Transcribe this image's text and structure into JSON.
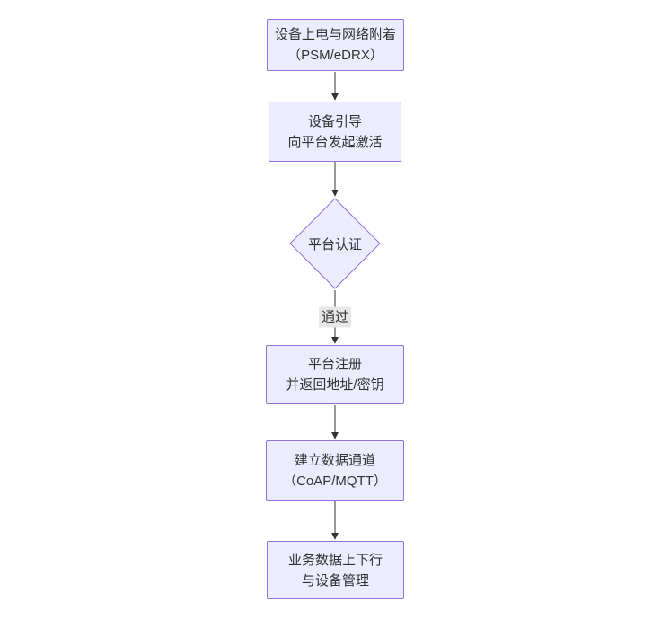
{
  "diagram": {
    "type": "flowchart",
    "direction": "top-down",
    "nodes": [
      {
        "id": "A",
        "shape": "rect",
        "line1": "设备上电与网络附着",
        "line2": "（PSM/eDRX）"
      },
      {
        "id": "B",
        "shape": "rect",
        "line1": "设备引导",
        "line2": "向平台发起激活"
      },
      {
        "id": "C",
        "shape": "diamond",
        "line1": "平台认证",
        "line2": ""
      },
      {
        "id": "D",
        "shape": "rect",
        "line1": "平台注册",
        "line2": "并返回地址/密钥"
      },
      {
        "id": "E",
        "shape": "rect",
        "line1": "建立数据通道",
        "line2": "（CoAP/MQTT）"
      },
      {
        "id": "F",
        "shape": "rect",
        "line1": "业务数据上下行",
        "line2": "与设备管理"
      }
    ],
    "edges": [
      {
        "from": "A",
        "to": "B",
        "label": ""
      },
      {
        "from": "B",
        "to": "C",
        "label": ""
      },
      {
        "from": "C",
        "to": "D",
        "label": "通过"
      },
      {
        "from": "D",
        "to": "E",
        "label": ""
      },
      {
        "from": "E",
        "to": "F",
        "label": ""
      }
    ],
    "colors": {
      "node_fill": "#ECECFF",
      "node_border": "#9370DB",
      "arrow": "#333333",
      "edge_label_bg": "#E8E8E8",
      "text": "#333333",
      "background": "#FFFFFF"
    }
  }
}
